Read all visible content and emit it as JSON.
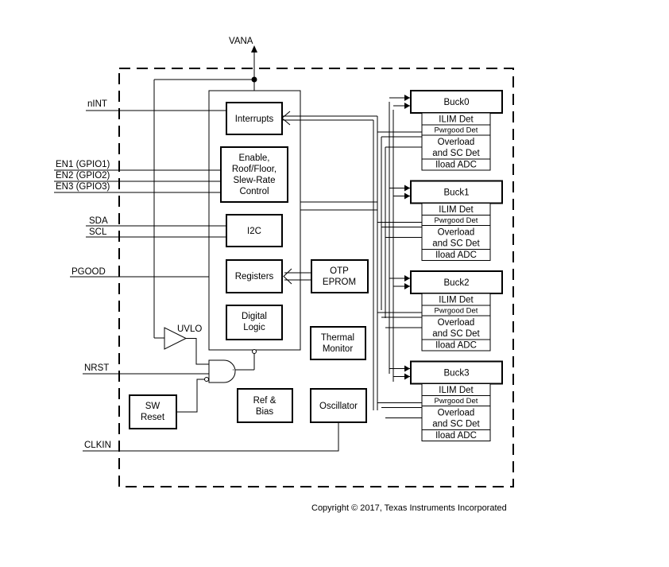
{
  "supply_label": "VANA",
  "signals": {
    "nint": "nINT",
    "en1": "EN1 (GPIO1)",
    "en2": "EN2 (GPIO2)",
    "en3": "EN3 (GPIO3)",
    "sda": "SDA",
    "scl": "SCL",
    "pgood": "PGOOD",
    "nrst": "NRST",
    "clkin": "CLKIN"
  },
  "blocks": {
    "interrupts": "Interrupts",
    "enable_lines": [
      "Enable,",
      "Roof/Floor,",
      "Slew-Rate",
      "Control"
    ],
    "i2c": "I2C",
    "registers": "Registers",
    "otp_lines": [
      "OTP",
      "EPROM"
    ],
    "digital_logic_lines": [
      "Digital",
      "Logic"
    ],
    "thermal_lines": [
      "Thermal",
      "Monitor"
    ],
    "uvlo": "UVLO",
    "sw_reset_lines": [
      "SW",
      "Reset"
    ],
    "ref_bias_lines": [
      "Ref &",
      "Bias"
    ],
    "oscillator": "Oscillator"
  },
  "bucks": [
    {
      "name": "Buck0",
      "ilim": "ILIM Det",
      "pwrgood": "Pwrgood Det",
      "overload_lines": [
        "Overload",
        "and SC Det"
      ],
      "iload": "Iload ADC"
    },
    {
      "name": "Buck1",
      "ilim": "ILIM Det",
      "pwrgood": "Pwrgood Det",
      "overload_lines": [
        "Overload",
        "and SC Det"
      ],
      "iload": "Iload ADC"
    },
    {
      "name": "Buck2",
      "ilim": "ILIM Det",
      "pwrgood": "Pwrgood Det",
      "overload_lines": [
        "Overload",
        "and SC Det"
      ],
      "iload": "Iload ADC"
    },
    {
      "name": "Buck3",
      "ilim": "ILIM Det",
      "pwrgood": "Pwrgood Det",
      "overload_lines": [
        "Overload",
        "and SC Det"
      ],
      "iload": "Iload ADC"
    }
  ],
  "copyright": "Copyright © 2017, Texas Instruments Incorporated"
}
